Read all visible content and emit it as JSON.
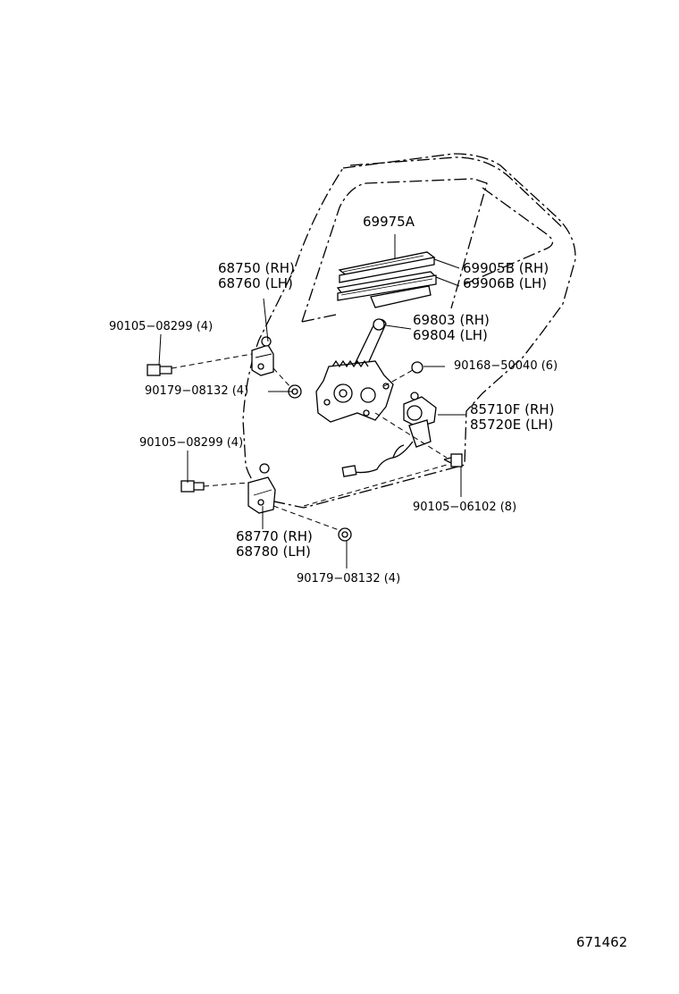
{
  "diagram_id": "671462",
  "parts": {
    "glass_channel": {
      "number": "69975A"
    },
    "run_channel": {
      "rh": "69905B (RH)",
      "lh": "69906B (LH)"
    },
    "upper_hinge": {
      "rh": "68750 (RH)",
      "lh": "68760 (LH)"
    },
    "lower_hinge": {
      "rh": "68770 (RH)",
      "lh": "68780 (LH)"
    },
    "regulator": {
      "rh": "69803 (RH)",
      "lh": "69804 (LH)"
    },
    "motor": {
      "rh": "85710F (RH)",
      "lh": "85720E (LH)"
    },
    "bolt_upper_hinge": "90105−08299 (4)",
    "nut_upper_hinge": "90179−08132 (4)",
    "bolt_lower_hinge": "90105−08299 (4)",
    "nut_lower_hinge": "90179−08132 (4)",
    "regulator_bolt": "90168−50040 (6)",
    "motor_bolt": "90105−06102 (8)"
  }
}
